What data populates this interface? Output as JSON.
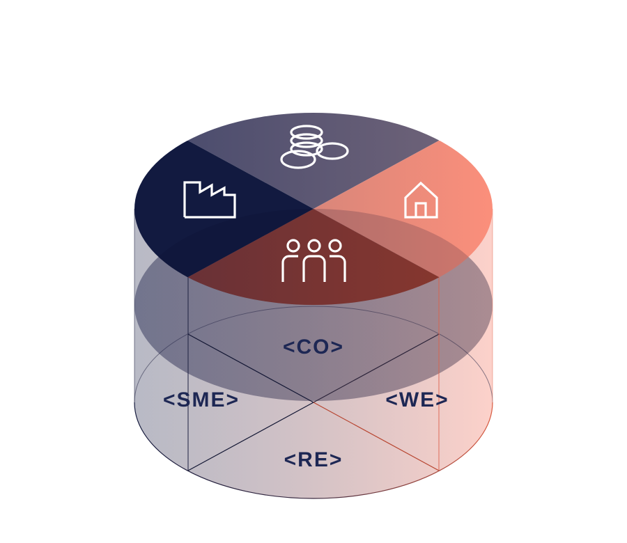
{
  "colors": {
    "navy": "#121a40",
    "slate": "#5d5b75",
    "coral": "#f98d7a",
    "rust": "#963e31",
    "label": "#1d2754",
    "icon": "#ffffff"
  },
  "labels": {
    "co": "<CO>",
    "sme": "<SME>",
    "we": "<WE>",
    "re": "<RE>"
  },
  "icons": {
    "top": "coins-icon",
    "left": "factory-icon",
    "right": "house-icon",
    "bottom": "people-icon"
  }
}
